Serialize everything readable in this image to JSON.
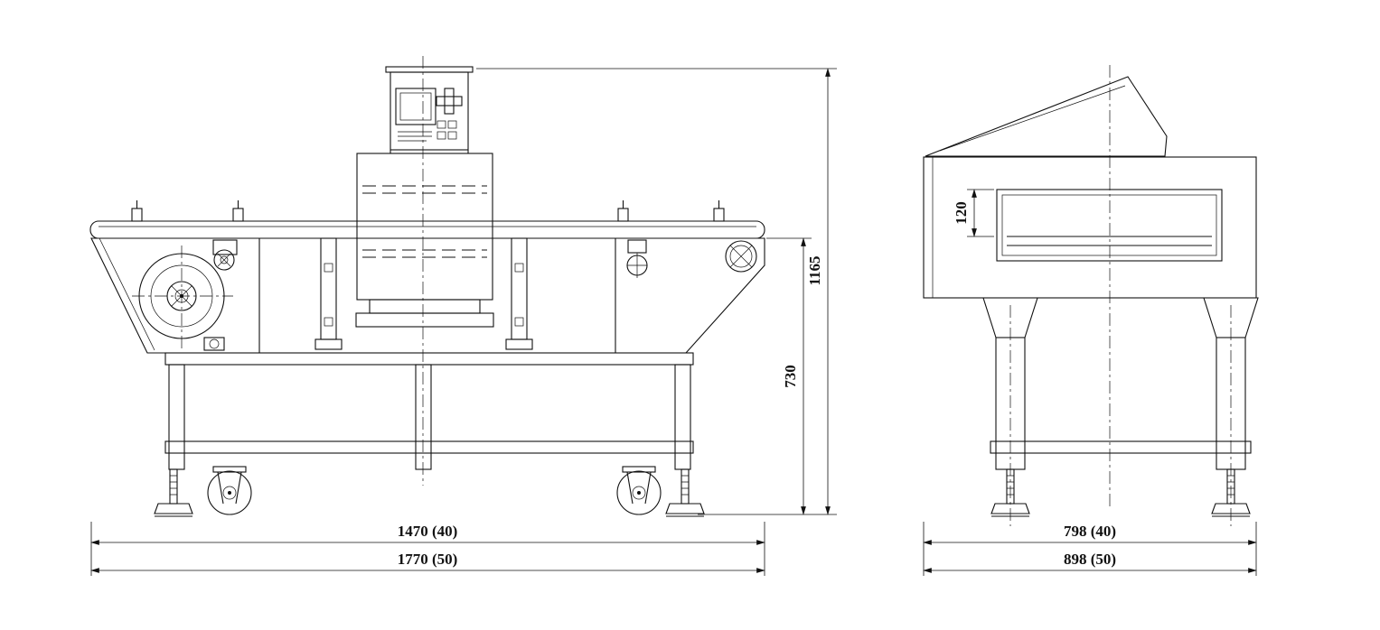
{
  "page": {
    "background": "#ffffff",
    "line_color": "#111111"
  },
  "drawing": {
    "kind": "technical-drawing",
    "subject": "metal-detector-conveyor",
    "views": {
      "front": {
        "dims": {
          "height_total": "1165",
          "height_belt": "730",
          "length_model40": "1470 (40)",
          "length_model50": "1770 (50)"
        }
      },
      "end": {
        "dims": {
          "aperture_height": "120",
          "width_model40": "798 (40)",
          "width_model50": "898 (50)"
        }
      }
    }
  }
}
